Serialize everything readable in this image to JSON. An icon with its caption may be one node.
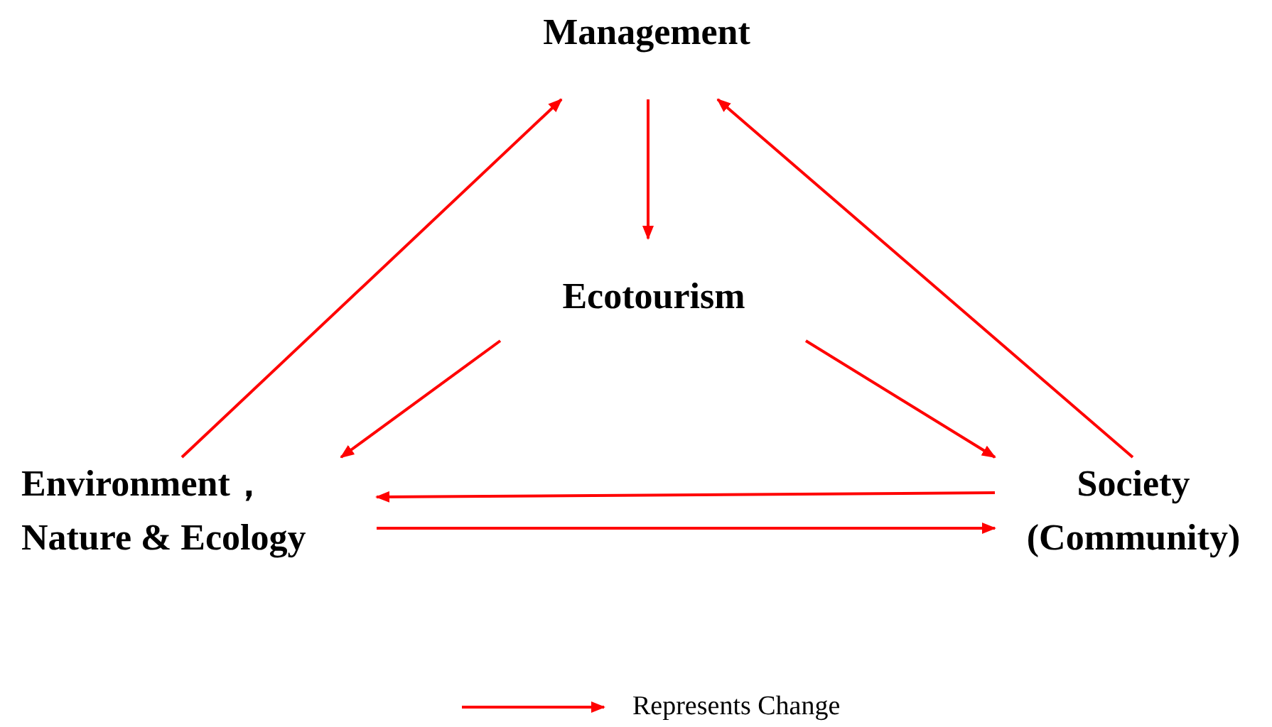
{
  "diagram": {
    "nodes": [
      {
        "text": [
          "Management"
        ]
      },
      {
        "text": [
          "Ecotourism"
        ]
      },
      {
        "text": [
          "Environment， Nature & Ecology"
        ]
      },
      {
        "text": [
          "Society (Community)"
        ]
      }
    ],
    "edges": [
      {
        "from": 0,
        "to": 1,
        "arrow": "to"
      },
      {
        "from": 2,
        "to": 0,
        "arrow": "to"
      },
      {
        "from": 3,
        "to": 0,
        "arrow": "to"
      },
      {
        "from": 1,
        "to": 2,
        "arrow": "to"
      },
      {
        "from": 1,
        "to": 3,
        "arrow": "to"
      },
      {
        "from": 3,
        "to": 2,
        "arrow": "to"
      },
      {
        "from": 2,
        "to": 3,
        "arrow": "to"
      }
    ],
    "legend": [
      {
        "text": "Represents Change"
      }
    ]
  }
}
